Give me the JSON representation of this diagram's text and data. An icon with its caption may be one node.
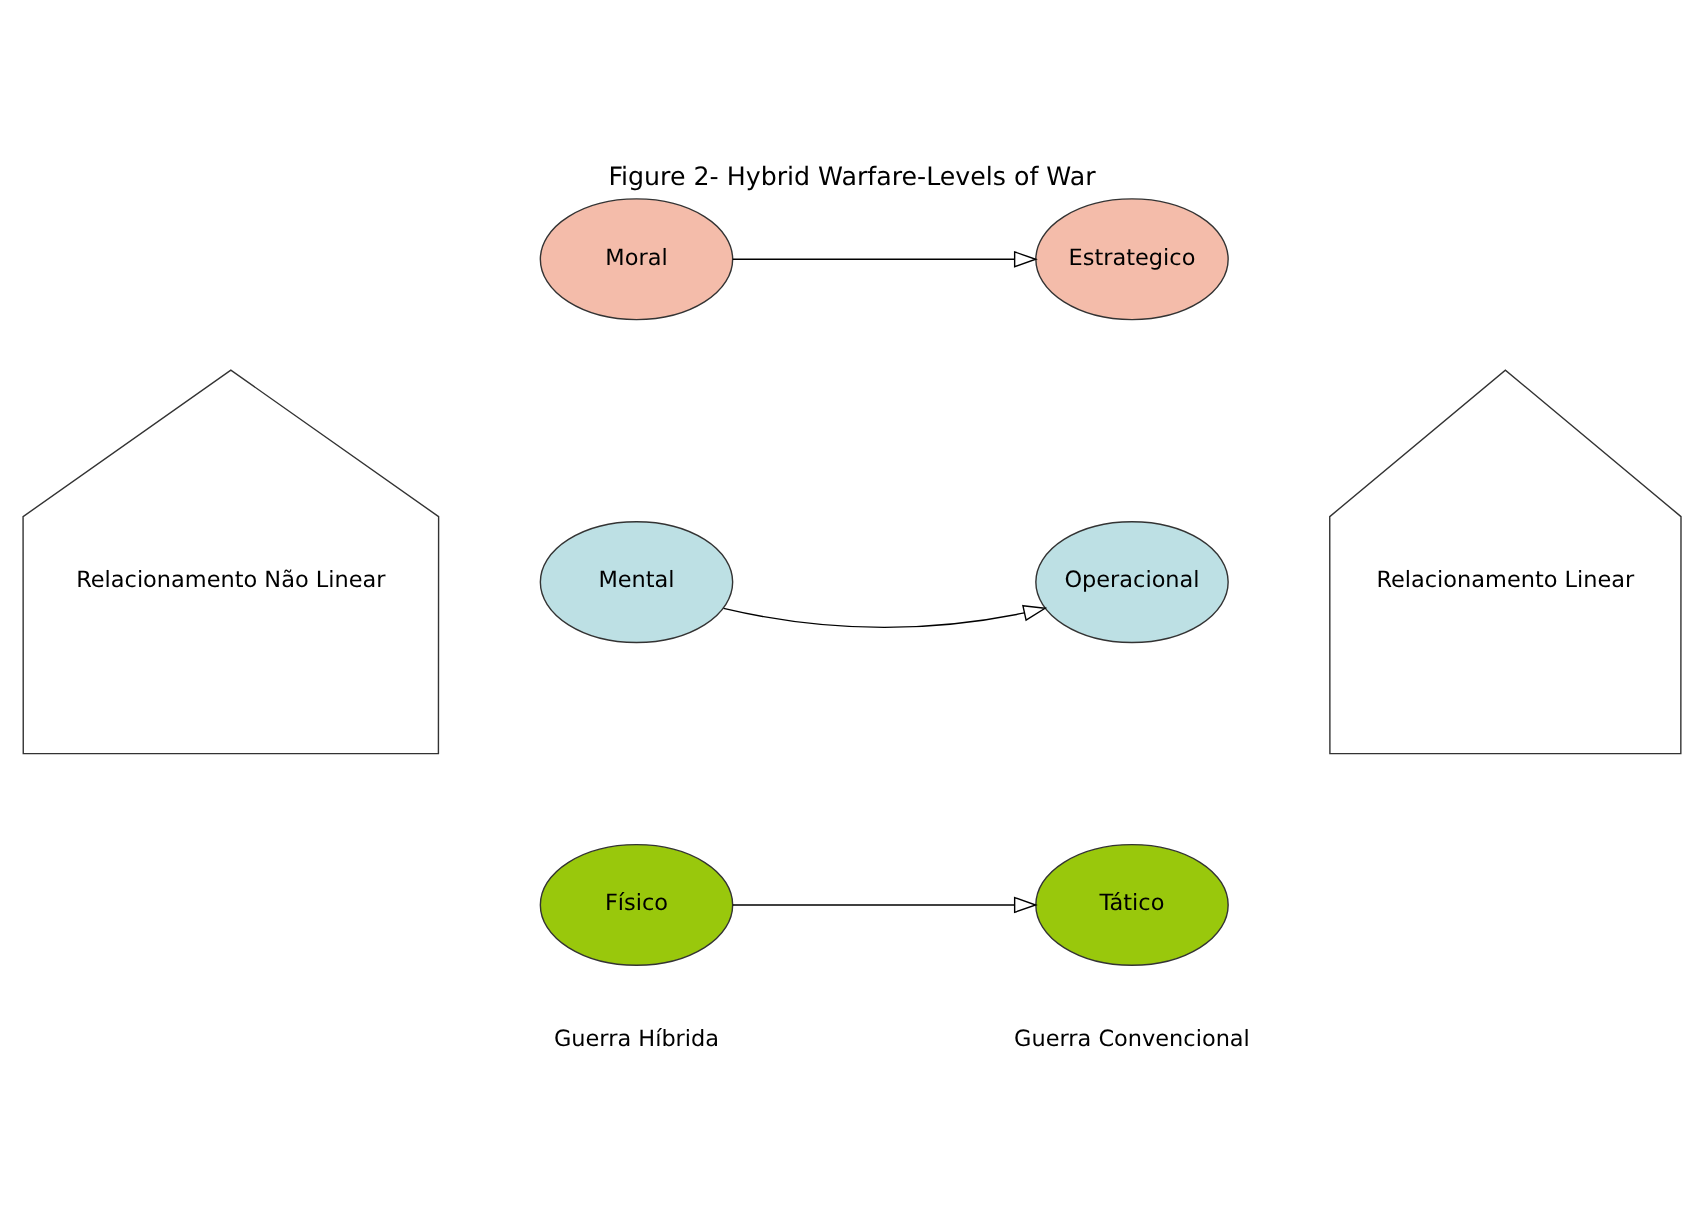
{
  "diagram": {
    "title": "Figure 2- Hybrid Warfare-Levels of War",
    "nodes": [
      {
        "text": [
          "Relacionamento Não Linear"
        ]
      },
      {
        "text": [
          "Moral"
        ]
      },
      {
        "text": [
          "Estrategico"
        ]
      },
      {
        "text": [
          "Relacionamento Linear"
        ]
      },
      {
        "text": [
          "Mental"
        ]
      },
      {
        "text": [
          "Operacional"
        ]
      },
      {
        "text": [
          "Físico"
        ]
      },
      {
        "text": [
          "Tático"
        ]
      }
    ],
    "edges": [
      {
        "from": 1,
        "to": 2,
        "arrow": "to"
      },
      {
        "from": 4,
        "to": 5,
        "arrow": "to"
      },
      {
        "from": 6,
        "to": 7,
        "arrow": "to"
      }
    ],
    "labels": [
      "Guerra Híbrida",
      "Guerra Convencional"
    ]
  }
}
